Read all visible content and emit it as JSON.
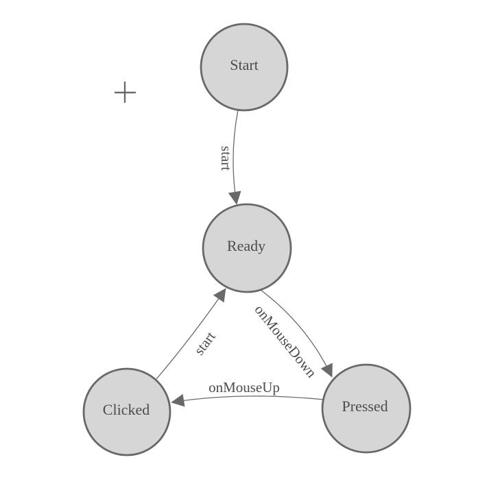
{
  "canvas": {
    "background": "#ffffff",
    "cursor": "crosshair"
  },
  "colors": {
    "node_fill": "#d6d6d6",
    "node_stroke": "#686868",
    "edge_stroke": "#696969",
    "arrowhead_fill": "#696969",
    "text": "#4c4c4c",
    "crosshair": "#6b6b6b"
  },
  "diagram": {
    "type": "state-machine",
    "nodes": [
      {
        "id": "start",
        "label": "Start"
      },
      {
        "id": "ready",
        "label": "Ready"
      },
      {
        "id": "clicked",
        "label": "Clicked"
      },
      {
        "id": "pressed",
        "label": "Pressed"
      }
    ],
    "edges": [
      {
        "from": "Start",
        "to": "Ready",
        "label": "start"
      },
      {
        "from": "Ready",
        "to": "Pressed",
        "label": "onMouseDown"
      },
      {
        "from": "Pressed",
        "to": "Clicked",
        "label": "onMouseUp"
      },
      {
        "from": "Clicked",
        "to": "Ready",
        "label": "start"
      }
    ]
  }
}
